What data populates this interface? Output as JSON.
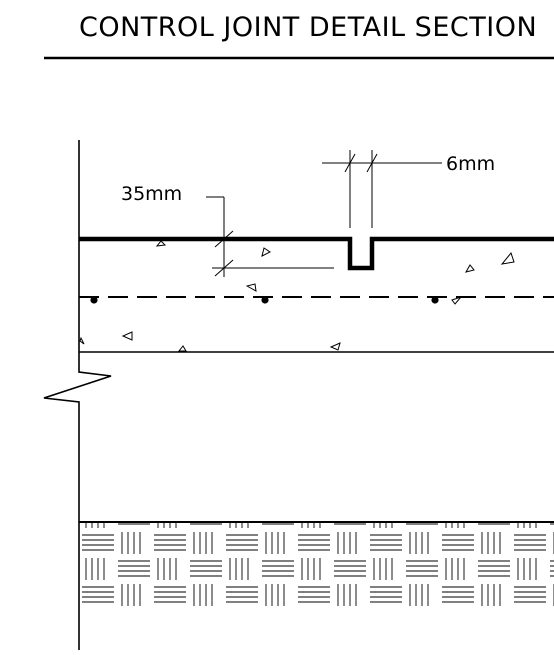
{
  "title": "CONTROL JOINT DETAIL SECTION",
  "dimensions": {
    "joint_width": "6mm",
    "joint_depth": "35mm"
  },
  "colors": {
    "line": "#000000",
    "background": "#ffffff"
  }
}
